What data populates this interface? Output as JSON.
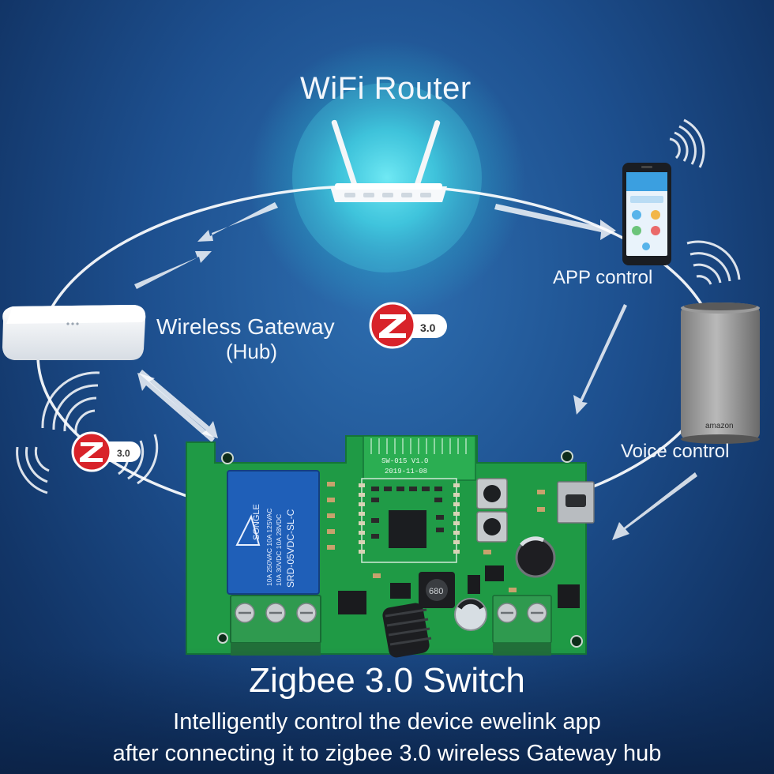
{
  "labels": {
    "router": "WiFi Router",
    "app_control": "APP control",
    "gateway": "Wireless Gateway",
    "hub": "(Hub)",
    "voice_control": "Voice control"
  },
  "badges": {
    "zigbee_version": "3.0"
  },
  "board": {
    "module_label": "SW-015 V1.0",
    "module_date": "2019-11-08",
    "relay_brand": "SONGLE",
    "relay_model": "SRD-05VDC-SL-C",
    "relay_rating_1": "10A 250VAC 10A 125VAC",
    "relay_rating_2": "10A 30VDC 10A 28VDC",
    "inductor_mark": "680"
  },
  "speaker_brand": "amazon",
  "caption": {
    "title": "Zigbee 3.0 Switch",
    "line1": "Intelligently control the device ewelink app",
    "line2": "after connecting it to zigbee 3.0 wireless Gateway hub"
  },
  "colors": {
    "background": "#1d4f8e",
    "pcb_green": "#1f9a45",
    "relay_blue": "#1f5fb8",
    "zigbee_red": "#d8232a",
    "router_glow": "#3fd6e6"
  }
}
